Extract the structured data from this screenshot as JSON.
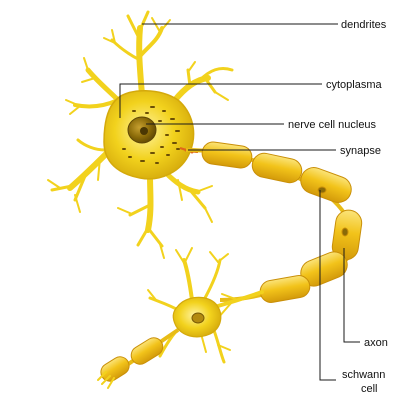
{
  "labels": {
    "dendrites": "dendrites",
    "cytoplasma": "cytoplasma",
    "nucleus": "nerve cell nucleus",
    "synapse": "synapse",
    "axon": "axon",
    "schwann_line1": "schwann",
    "schwann_line2": "cell"
  },
  "colors": {
    "cell_fill": "#f2d21d",
    "cell_dark": "#d1a60a",
    "cell_light": "#fbe76a",
    "nucleus": "#8a6a08",
    "synapse_red": "#e0661a",
    "leader_line": "#1a1a1a"
  }
}
